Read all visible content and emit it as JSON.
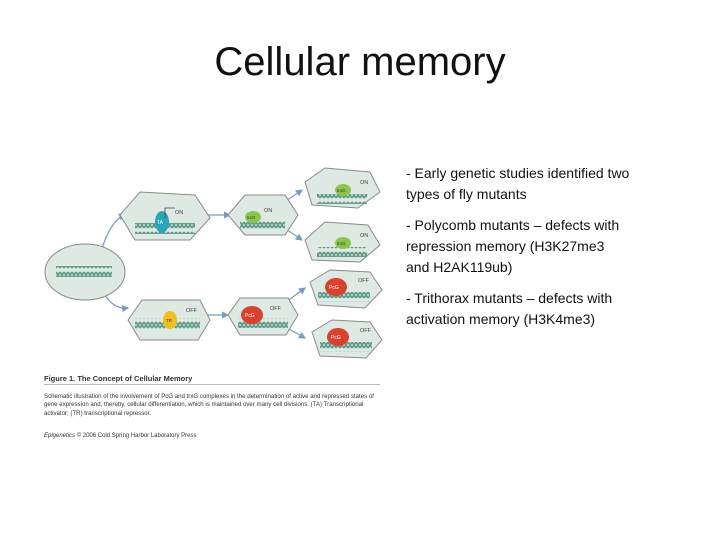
{
  "slide": {
    "title": "Cellular memory",
    "bullets": [
      "- Early genetic studies identified two\ntypes of fly mutants",
      "- Polycomb mutants – defects with\n repression memory (H3K27me3\n and H2AK119ub)",
      "- Trithorax mutants – defects with\n activation memory (H3K4me3)"
    ]
  },
  "figure": {
    "title": "Figure 1. The Concept of Cellular Memory",
    "caption": "Schematic illustration of the involvement of PcG and trxG complexes in the determination of active and repressed states of gene expression and, thereby, cellular differentiation, which is maintained over many cell divisions. (TA) Transcriptional activator; (TR) transcriptional repressor.",
    "credit_journal": "Epigenetics",
    "credit_rest": " © 2006 Cold Spring Harbor Laboratory Press",
    "labels": {
      "on": "ON",
      "off": "OFF",
      "ta": "TA",
      "tr": "TR",
      "trxg": "trxG",
      "pcg": "PcG"
    },
    "colors": {
      "cell_fill": "#dde9e2",
      "cell_stroke": "#8a8a8a",
      "dna": "#5c9a86",
      "trxg": "#8ac64a",
      "pcg": "#d8412b",
      "ta": "#2aa6b8",
      "tr": "#f0c020",
      "arrow": "#7b9bc4"
    }
  }
}
